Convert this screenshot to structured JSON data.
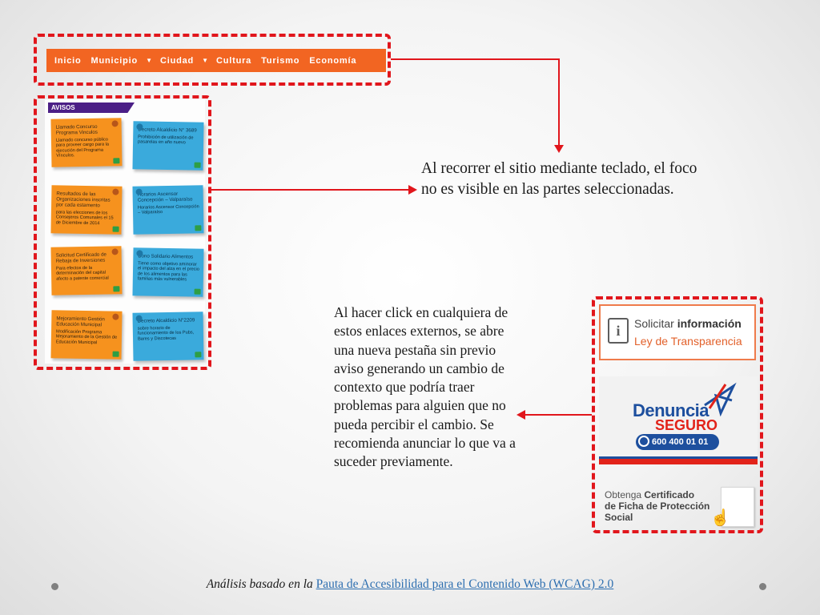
{
  "nav": {
    "items": [
      "Inicio",
      "Municipio",
      "Ciudad",
      "Cultura",
      "Turismo",
      "Economía"
    ]
  },
  "avisos": {
    "title": "AVISOS",
    "notes": [
      {
        "title": "Llamado Concurso Programa Vinculos",
        "desc": "Llamado concurso público para proveer cargo para la ejecución del Programa Vínculos."
      },
      {
        "title": "Decreto Alcaldicio N° 3689",
        "desc": "Prohibición de utilización de pasarelas en año nuevo"
      },
      {
        "title": "Resultados de las Organizaciones inscritas por cada estamento",
        "desc": "para las elecciones de los Consejeros Comunales el 15 de Diciembre de 2014"
      },
      {
        "title": "Horarios Ascensor Concepción – Valparaíso",
        "desc": "Horarios Ascensor Concepción – Valparaíso"
      },
      {
        "title": "Solicitud Certificado de Rebaja de Inversiones",
        "desc": "Para efectos de la determinación del capital afecto a patente comercial"
      },
      {
        "title": "Bono Solidario Alimentos",
        "desc": "Tiene como objetivo aminorar el impacto del alza en el precio de los alimentos para las familias más vulnerables"
      },
      {
        "title": "Mejoramiento Gestión Educación Municipal",
        "desc": "Modificación Programa Mejoramiento de la Gestión de Educación Municipal"
      },
      {
        "title": "Decreto Alcaldicio N°2209",
        "desc": "sobre horario de funcionamiento de los Pubs, Bares y Discotecas"
      }
    ]
  },
  "focus_text": "Al recorrer el sitio mediante teclado, el foco no es visible en las partes seleccionadas.",
  "links_text": "Al hacer click en cualquiera de estos enlaces externos, se abre una nueva pestaña sin previo aviso generando un cambio de contexto que podría traer problemas para alguien que no pueda percibir el cambio. Se recomienda anunciar lo que va a suceder previamente.",
  "banners": {
    "solicitar": {
      "line1_a": "Solicitar",
      "line1_b": "información",
      "line2": "Ley de Transparencia"
    },
    "denuncia": {
      "word1": "Denuncia",
      "word2": "SEGURO",
      "phone": "600 400 01 01"
    },
    "ficha": {
      "line1_a": "Obtenga",
      "line1_b": "Certificado",
      "line2": "de Ficha de Protección",
      "line3": "Social"
    }
  },
  "footer": {
    "prefix": "Análisis basado en la",
    "link": "Pauta de Accesibilidad para el Contenido Web (WCAG) 2.0"
  },
  "colors": {
    "accent_red": "#e1161c",
    "nav_orange": "#f26522",
    "note_orange": "#f6921e",
    "note_blue": "#3aaadc",
    "avisos_purple": "#4b1f86"
  }
}
